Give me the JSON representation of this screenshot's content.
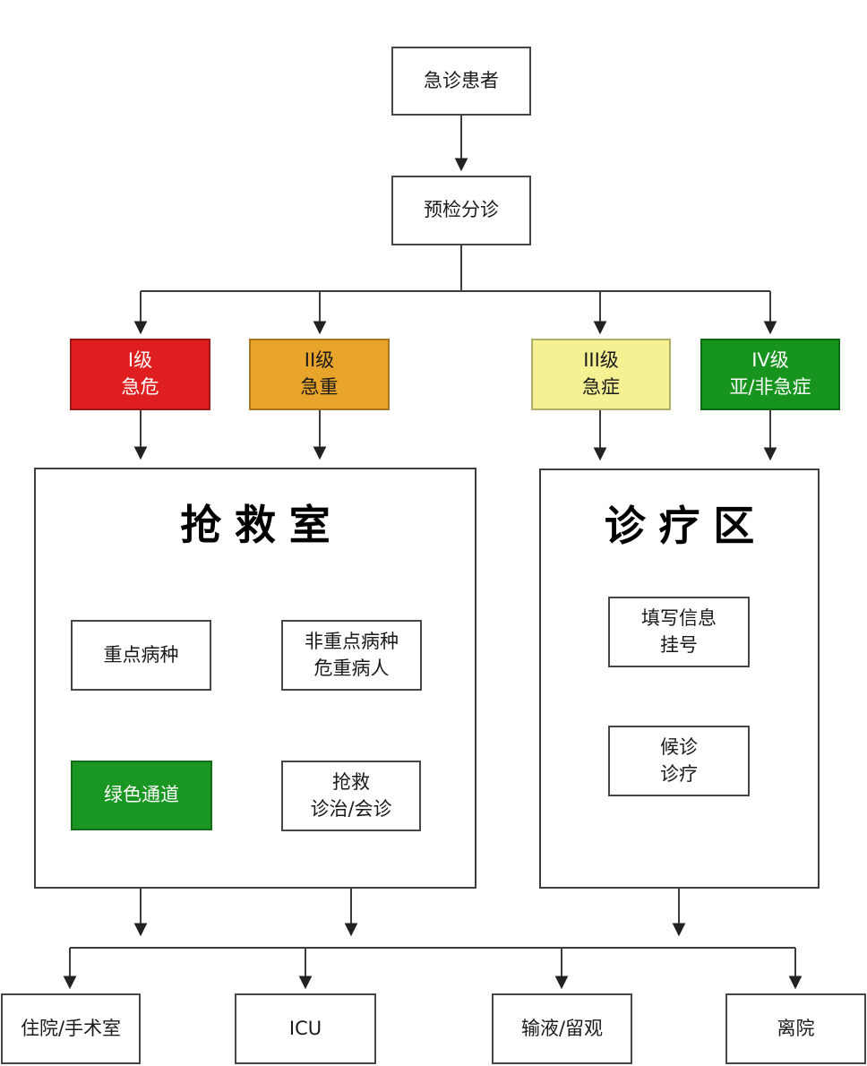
{
  "diagram": {
    "type": "flowchart",
    "line_color": "#3c3c3c",
    "box_border_color": "#464646"
  },
  "flow": {
    "start": {
      "label": "急诊患者"
    },
    "triage": {
      "label": "预检分诊"
    }
  },
  "triage_levels": [
    {
      "label": "I级\n急危",
      "color": "#df1f1f",
      "text_color": "#ffffff"
    },
    {
      "label": "II级\n急重",
      "color": "#e9a42b",
      "text_color": "#1a1a1a"
    },
    {
      "label": "III级\n急症",
      "color": "#f5f193",
      "text_color": "#1a1a1a"
    },
    {
      "label": "IV级\n亚/非急症",
      "color": "#17941e",
      "text_color": "#ffffff"
    }
  ],
  "sections": {
    "rescue_room": {
      "title": "抢救室",
      "key_disease": {
        "label": "重点病种"
      },
      "non_key_disease": {
        "label": "非重点病种\n危重病人"
      },
      "green_channel": {
        "label": "绿色通道",
        "color": "#1a9622",
        "text_color": "#ffffff"
      },
      "rescue_treatment": {
        "label": "抢救\n诊治/会诊"
      }
    },
    "treatment_area": {
      "title": "诊疗区",
      "fill_info": {
        "label": "填写信息\n挂号"
      },
      "wait_treatment": {
        "label": "候诊\n诊疗"
      }
    }
  },
  "outcomes": [
    {
      "label": "住院/手术室"
    },
    {
      "label": "ICU"
    },
    {
      "label": "输液/留观"
    },
    {
      "label": "离院"
    }
  ]
}
